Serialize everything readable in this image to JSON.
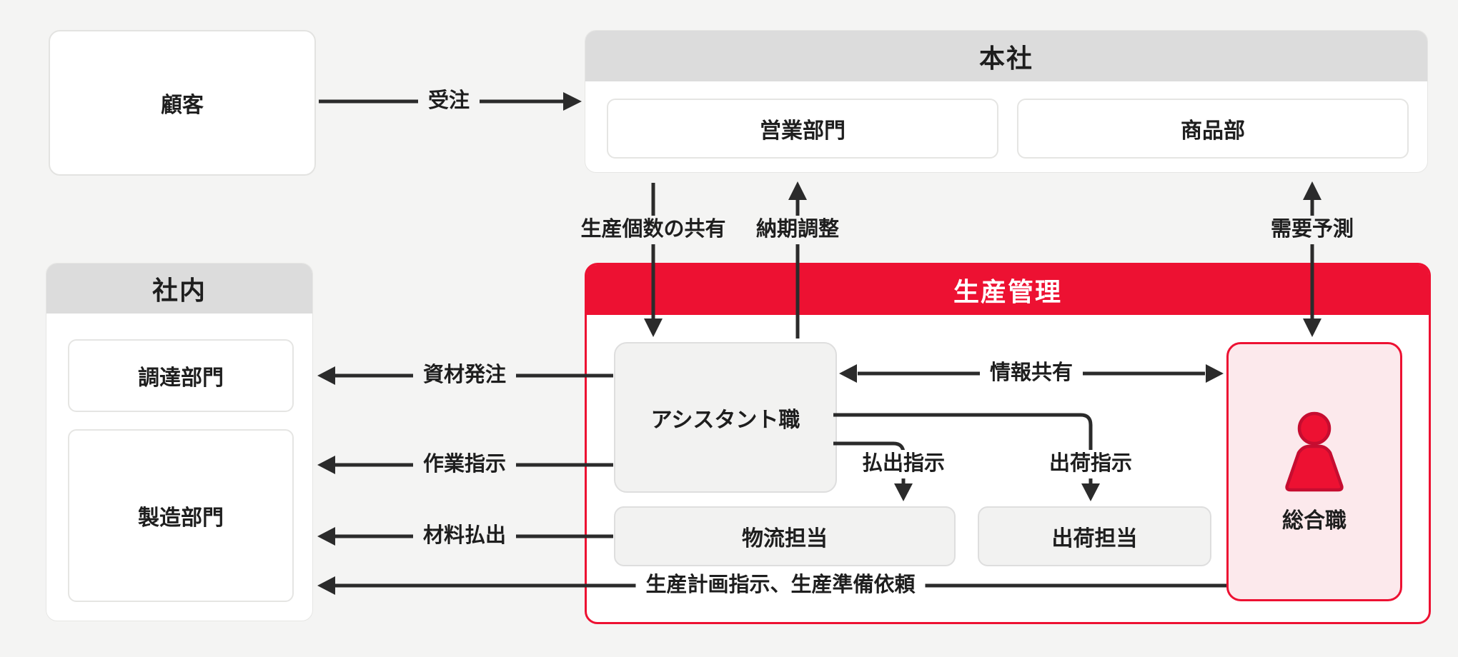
{
  "colors": {
    "accent_red": "#ed1132",
    "pink_fill": "#fce9ec",
    "header_gray": "#dcdcdc",
    "page_bg": "#f4f4f3",
    "arrow_black": "#2b2b2b"
  },
  "customer": {
    "label": "顧客"
  },
  "headquarters": {
    "title": "本社",
    "departments": [
      {
        "label": "営業部門"
      },
      {
        "label": "商品部"
      }
    ]
  },
  "internal": {
    "title": "社内",
    "departments": [
      {
        "label": "調達部門"
      },
      {
        "label": "製造部門"
      }
    ]
  },
  "production": {
    "title": "生産管理",
    "assistant_label": "アシスタント職",
    "logistics_label": "物流担当",
    "shipping_label": "出荷担当",
    "general_staff_label": "総合職"
  },
  "arrows": {
    "order": "受注",
    "production_qty_share": "生産個数の共有",
    "delivery_adjustment": "納期調整",
    "demand_forecast": "需要予測",
    "material_order": "資材発注",
    "info_share": "情報共有",
    "payout_instruction": "払出指示",
    "shipping_instruction": "出荷指示",
    "work_instruction": "作業指示",
    "material_payout": "材料払出",
    "production_plan": "生産計画指示、生産準備依頼"
  }
}
